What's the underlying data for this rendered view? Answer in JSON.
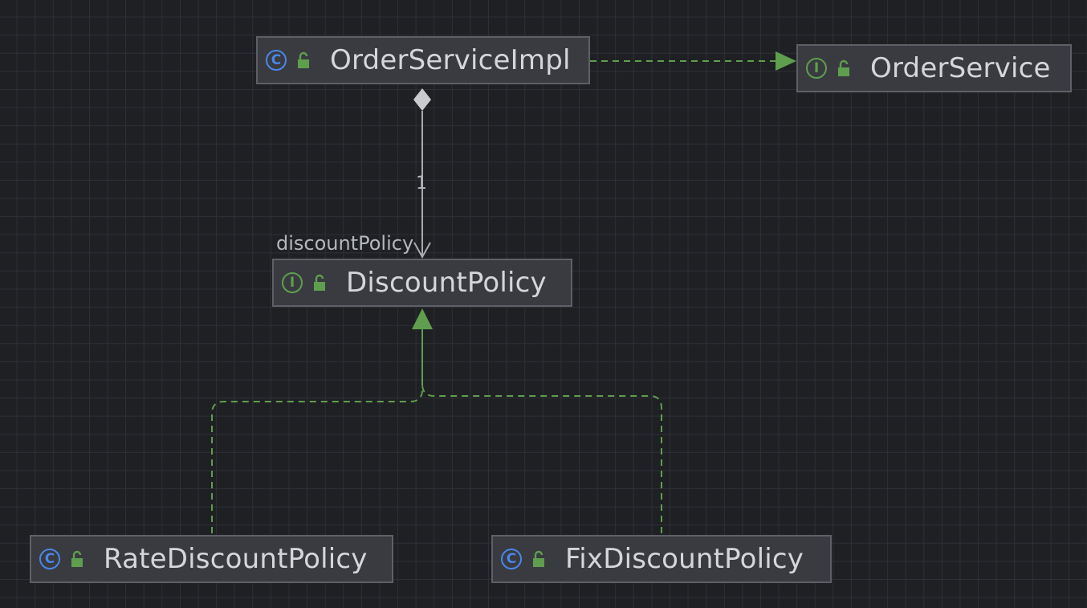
{
  "diagram": {
    "nodes": {
      "order_service_impl": {
        "label": "OrderServiceImpl",
        "kind": "class",
        "kind_glyph": "C"
      },
      "order_service": {
        "label": "OrderService",
        "kind": "interface",
        "kind_glyph": "I"
      },
      "discount_policy": {
        "label": "DiscountPolicy",
        "kind": "interface",
        "kind_glyph": "I"
      },
      "rate_discount_policy": {
        "label": "RateDiscountPolicy",
        "kind": "class",
        "kind_glyph": "C"
      },
      "fix_discount_policy": {
        "label": "FixDiscountPolicy",
        "kind": "class",
        "kind_glyph": "C"
      }
    },
    "edges": [
      {
        "from": "order_service_impl",
        "to": "order_service",
        "type": "realization"
      },
      {
        "from": "order_service_impl",
        "to": "discount_policy",
        "type": "composition"
      },
      {
        "from": "rate_discount_policy",
        "to": "discount_policy",
        "type": "realization"
      },
      {
        "from": "fix_discount_policy",
        "to": "discount_policy",
        "type": "realization"
      }
    ],
    "composition_edge": {
      "multiplicity": "1",
      "role": "discountPolicy"
    }
  },
  "colors": {
    "background": "#1f2024",
    "grid": "#2e3036",
    "node_fill": "#393b40",
    "node_border": "#5d6066",
    "node_text": "#d4d6db",
    "class_icon": "#4a86e8",
    "interface_icon": "#5f9e4e",
    "access_lock": "#5f9e4e",
    "realization_edge": "#5f9e4e",
    "composition_edge": "#a9abaf"
  }
}
